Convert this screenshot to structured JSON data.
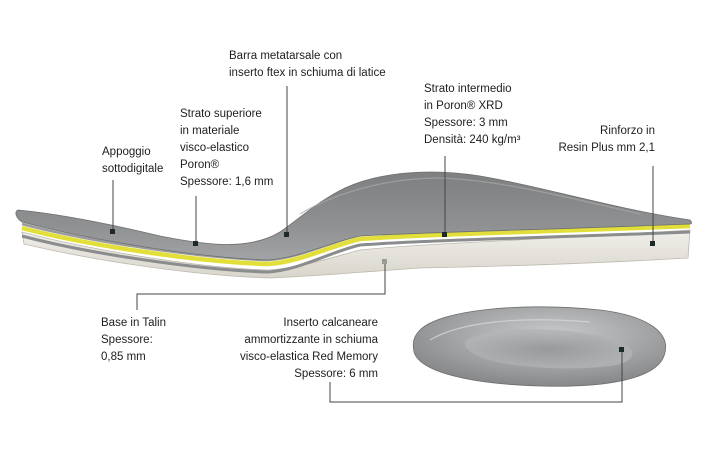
{
  "colors": {
    "surface_grey": "#8d8e8f",
    "surface_light": "#a7a8a9",
    "poron_yellow": "#e3df3a",
    "base_white": "#e9e6df",
    "leader_line": "#444444",
    "marker": "#1d2a2a"
  },
  "labels": {
    "appoggio": [
      "Appoggio",
      "sottodigitale"
    ],
    "strato_superiore": [
      "Strato superiore",
      "in materiale",
      "visco-elastico",
      "Poron®",
      "Spessore: 1,6 mm"
    ],
    "barra": [
      "Barra metatarsale con",
      "inserto ftex in schiuma di latice"
    ],
    "strato_intermedio": [
      "Strato intermedio",
      "in Poron® XRD",
      "Spessore: 3 mm",
      "Densità: 240 kg/m³"
    ],
    "rinforzo": [
      "Rinforzo in",
      "Resin Plus mm 2,1"
    ],
    "base": [
      "Base in Talin",
      "Spessore:",
      "0,85 mm"
    ],
    "inserto": [
      "Inserto calcaneare",
      "ammortizzante in schiuma",
      "visco-elastica Red Memory",
      "Spessore: 6 mm"
    ]
  }
}
